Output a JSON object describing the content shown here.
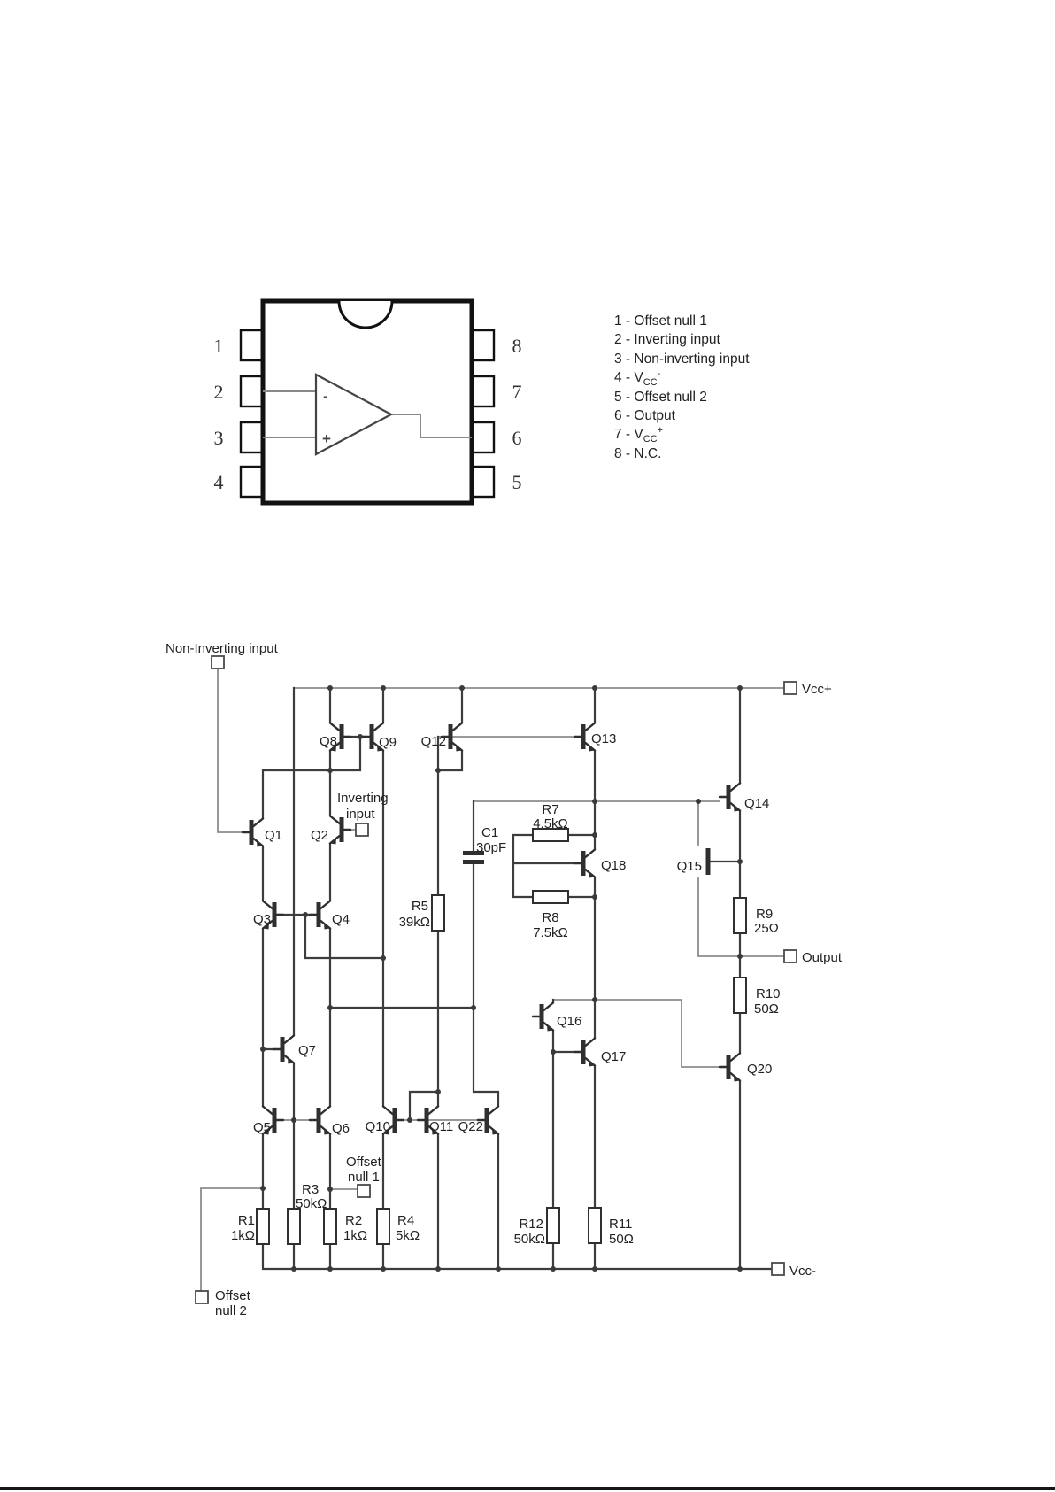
{
  "package_diagram": {
    "pin_numbers_left": [
      "1",
      "2",
      "3",
      "4"
    ],
    "pin_numbers_right": [
      "8",
      "7",
      "6",
      "5"
    ],
    "opamp_minus": "-",
    "opamp_plus": "+"
  },
  "pin_functions": {
    "p1": "1 - Offset null 1",
    "p2": "2 - Inverting input",
    "p3": "3 - Non-inverting input",
    "p4_pre": "4 - V",
    "p4_sub": "CC",
    "p4_sup": "-",
    "p5": "5 - Offset null 2",
    "p6": "6 - Output",
    "p7_pre": "7 - V",
    "p7_sub": "CC",
    "p7_sup": "+",
    "p8": "8 - N.C."
  },
  "schematic": {
    "terminals": {
      "non_inverting_input": "Non-Inverting input",
      "inverting_input_l1": "Inverting",
      "inverting_input_l2": "input",
      "offset_null_1_l1": "Offset",
      "offset_null_1_l2": "null 1",
      "offset_null_2_l1": "Offset",
      "offset_null_2_l2": "null 2",
      "vcc_plus": "Vcc+",
      "vcc_minus": "Vcc-",
      "output": "Output"
    },
    "transistors": {
      "q1": "Q1",
      "q2": "Q2",
      "q3": "Q3",
      "q4": "Q4",
      "q5": "Q5",
      "q6": "Q6",
      "q7": "Q7",
      "q8": "Q8",
      "q9": "Q9",
      "q10": "Q10",
      "q11": "Q11",
      "q12": "Q12",
      "q13": "Q13",
      "q14": "Q14",
      "q15": "Q15",
      "q16": "Q16",
      "q17": "Q17",
      "q18": "Q18",
      "q20": "Q20",
      "q22": "Q22"
    },
    "resistors": {
      "r1": {
        "name": "R1",
        "value": "1kΩ"
      },
      "r2": {
        "name": "R2",
        "value": "1kΩ"
      },
      "r3": {
        "name": "R3",
        "value": "50kΩ"
      },
      "r4": {
        "name": "R4",
        "value": "5kΩ"
      },
      "r5": {
        "name": "R5",
        "value": "39kΩ"
      },
      "r7": {
        "name": "R7",
        "value": "4.5kΩ"
      },
      "r8": {
        "name": "R8",
        "value": "7.5kΩ"
      },
      "r9": {
        "name": "R9",
        "value": "25Ω"
      },
      "r10": {
        "name": "R10",
        "value": "50Ω"
      },
      "r11": {
        "name": "R11",
        "value": "50Ω"
      },
      "r12": {
        "name": "R12",
        "value": "50kΩ"
      }
    },
    "capacitor": {
      "name": "C1",
      "value": "30pF"
    }
  }
}
